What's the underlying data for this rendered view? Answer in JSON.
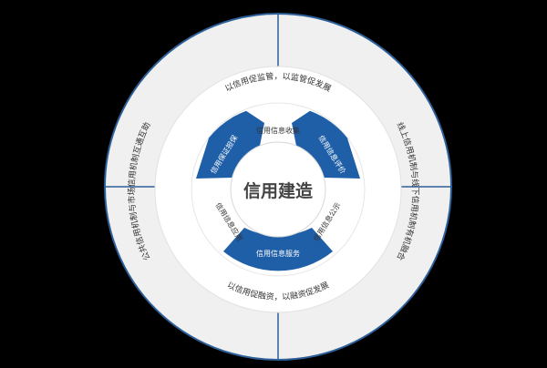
{
  "colors": {
    "background": "#000000",
    "outer_ring": "#f0f0f0",
    "white": "#ffffff",
    "blue": "#1f5fa8",
    "divider": "#2d5f99",
    "text_dark": "#333333",
    "text_light": "#ffffff"
  },
  "diagram": {
    "center_label": "信用建造",
    "outer_ring": {
      "left": "公共信用机制与市场信用机制互通互助",
      "right": "线上信用机制与线下信用机制有机融合"
    },
    "middle_ring": {
      "top": "以信用促监管，以监管促发展",
      "bottom": "以信用促融资，以融资促发展"
    },
    "inner_ring": {
      "top": "信用信息收集",
      "upper_right": "信用信息评价",
      "lower_right": "信用信息公示",
      "bottom": "信用信息服务",
      "lower_left": "信用信息应用",
      "upper_left": "信用保证担保"
    }
  }
}
